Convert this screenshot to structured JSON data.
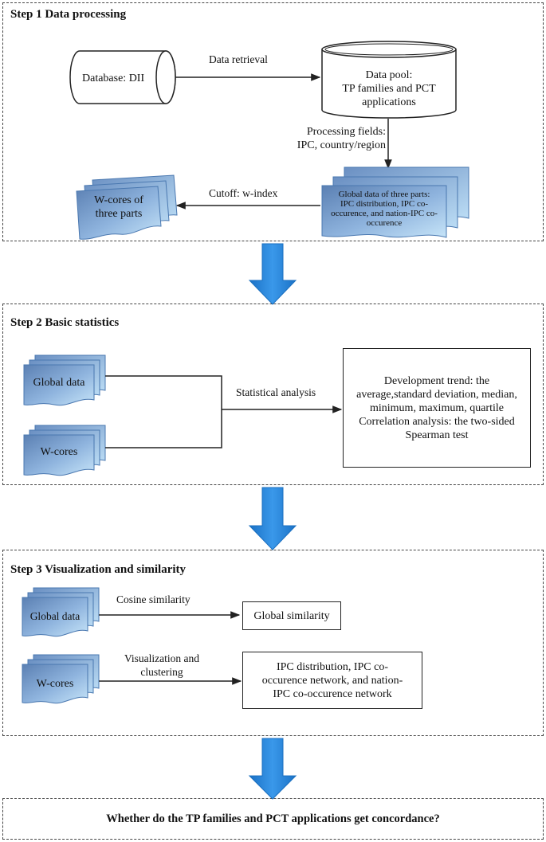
{
  "step1": {
    "title": "Step 1 Data processing",
    "database": "Database: DII",
    "data_retrieval": "Data retrieval",
    "data_pool": [
      "Data pool:",
      "TP families and PCT",
      "applications"
    ],
    "processing_fields": [
      "Processing fields:",
      "IPC, country/region"
    ],
    "global_data": [
      "Global data of three parts:",
      "IPC distribution, IPC co-",
      "occurence, and nation-IPC co-",
      "occurence"
    ],
    "cutoff": "Cutoff: w-index",
    "wcores": [
      "W-cores of",
      "three parts"
    ]
  },
  "step2": {
    "title": "Step 2 Basic statistics",
    "global_data": "Global data",
    "wcores": "W-cores",
    "statistical_analysis": "Statistical analysis",
    "result": [
      "Development trend: the",
      "average,standard deviation, median,",
      "minimum, maximum, quartile",
      "Correlation analysis: the two-sided",
      "Spearman test"
    ]
  },
  "step3": {
    "title": "Step 3 Visualization and similarity",
    "global_data": "Global data",
    "cosine": "Cosine similarity",
    "global_similarity": "Global similarity",
    "wcores": "W-cores",
    "visualization": [
      "Visualization and",
      "clustering"
    ],
    "network": [
      "IPC distribution, IPC co-",
      "occurence network, and nation-",
      "IPC co-occurence network"
    ]
  },
  "conclusion": "Whether do the TP families and PCT applications get concordance?",
  "colors": {
    "doc_dark": "#5f86b8",
    "doc_light": "#b9dcf4",
    "arrow_blue": "#2f8fe2",
    "arrow_blue_dark": "#1a6fc0"
  }
}
